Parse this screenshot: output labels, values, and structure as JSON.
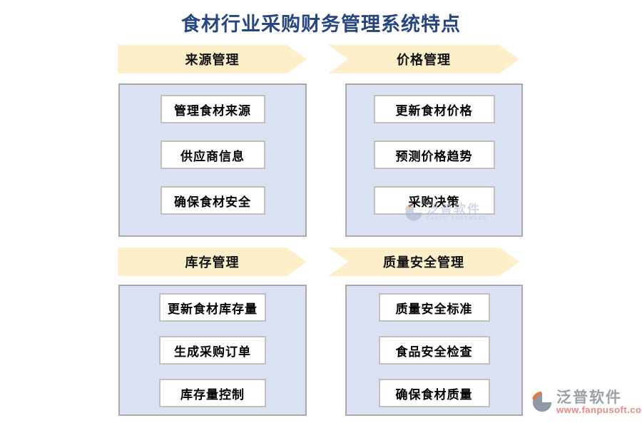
{
  "page": {
    "title": "食材行业采购财务管理系统特点",
    "title_color": "#27457E",
    "background": "#FFFFFF"
  },
  "colors": {
    "arrow_fill": "#FCEFC9",
    "panel_fill": "#DAE1F3",
    "panel_border": "#A9A9A9",
    "box_fill": "#FFFFFF",
    "box_border": "#C0C0C0",
    "box_text": "#000000",
    "logo_gray": "#8E98A6",
    "logo_orange": "#E07B39",
    "watermark_url_color": "#EC8585"
  },
  "sections": [
    {
      "header": "来源管理",
      "items": [
        "管理食材来源",
        "供应商信息",
        "确保食材安全"
      ]
    },
    {
      "header": "价格管理",
      "items": [
        "更新食材价格",
        "预测价格趋势",
        "采购决策"
      ]
    },
    {
      "header": "库存管理",
      "items": [
        "更新食材库存量",
        "生成采购订单",
        "库存量控制"
      ]
    },
    {
      "header": "质量安全管理",
      "items": [
        "质量安全标准",
        "食品安全检查",
        "确保食材质量"
      ]
    }
  ],
  "watermarks": {
    "center": {
      "brand": "泛普软件",
      "sub": "FANPU SOFTWARE"
    },
    "corner": {
      "brand": "泛普软件",
      "sub": "www.fanpusoft.com"
    }
  }
}
